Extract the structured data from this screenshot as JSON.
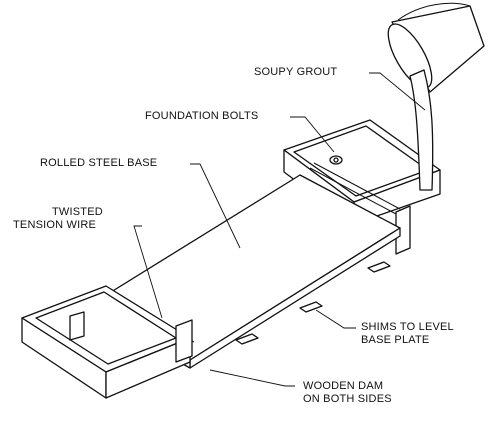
{
  "labels": {
    "soupy_grout": "SOUPY GROUT",
    "foundation_bolts": "FOUNDATION BOLTS",
    "rolled_steel_base": "ROLLED STEEL BASE",
    "twisted_tension_wire_1": "TWISTED",
    "twisted_tension_wire_2": "TENSION WIRE",
    "shims_1": "SHIMS TO LEVEL",
    "shims_2": "BASE PLATE",
    "wooden_dam_1": "WOODEN DAM",
    "wooden_dam_2": "ON BOTH SIDES"
  }
}
